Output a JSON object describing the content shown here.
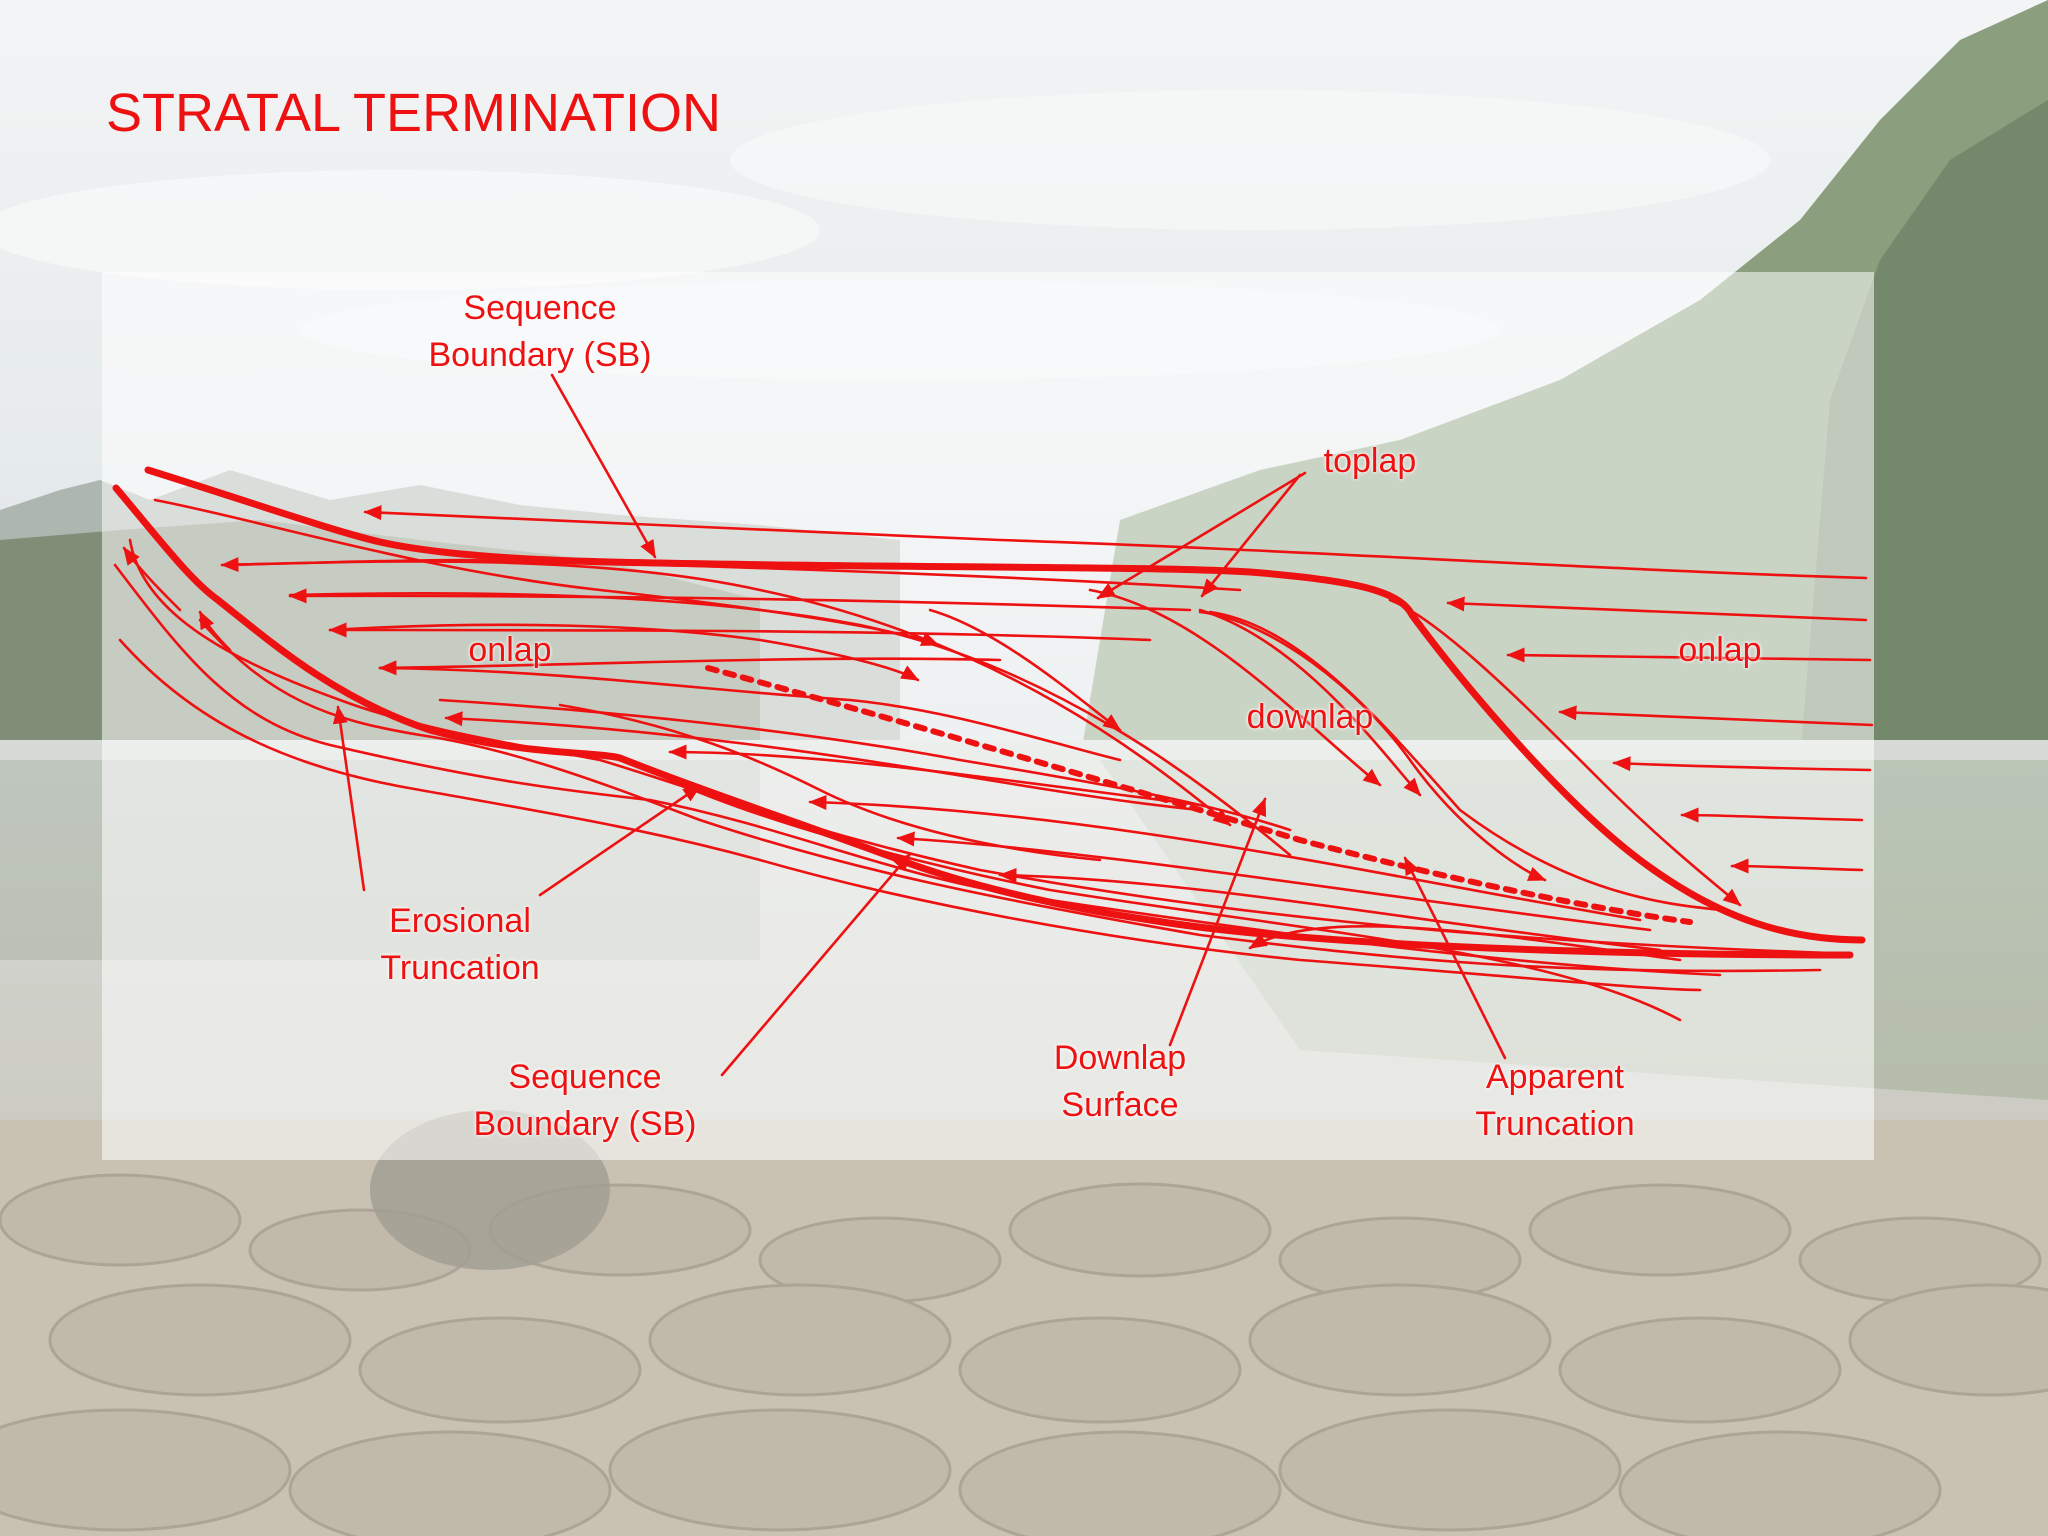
{
  "slide": {
    "title": "STRATAL TERMINATION"
  },
  "colors": {
    "annotation": "#ee1111",
    "sky_top": "#eef1f2",
    "forest": "#5f7a4d",
    "water": "#b9c2bc",
    "stones": "#a99f8a"
  },
  "background": {
    "description_icon": "lake-landscape-image"
  },
  "labels": {
    "sequence_boundary_top": "Sequence\nBoundary (SB)",
    "toplap": "toplap",
    "onlap_left": "onlap",
    "onlap_right": "onlap",
    "downlap": "downlap",
    "erosional_truncation": "Erosional\nTruncation",
    "sequence_boundary_bottom": "Sequence\nBoundary (SB)",
    "downlap_surface": "Downlap\nSurface",
    "apparent_truncation": "Apparent\nTruncation"
  }
}
